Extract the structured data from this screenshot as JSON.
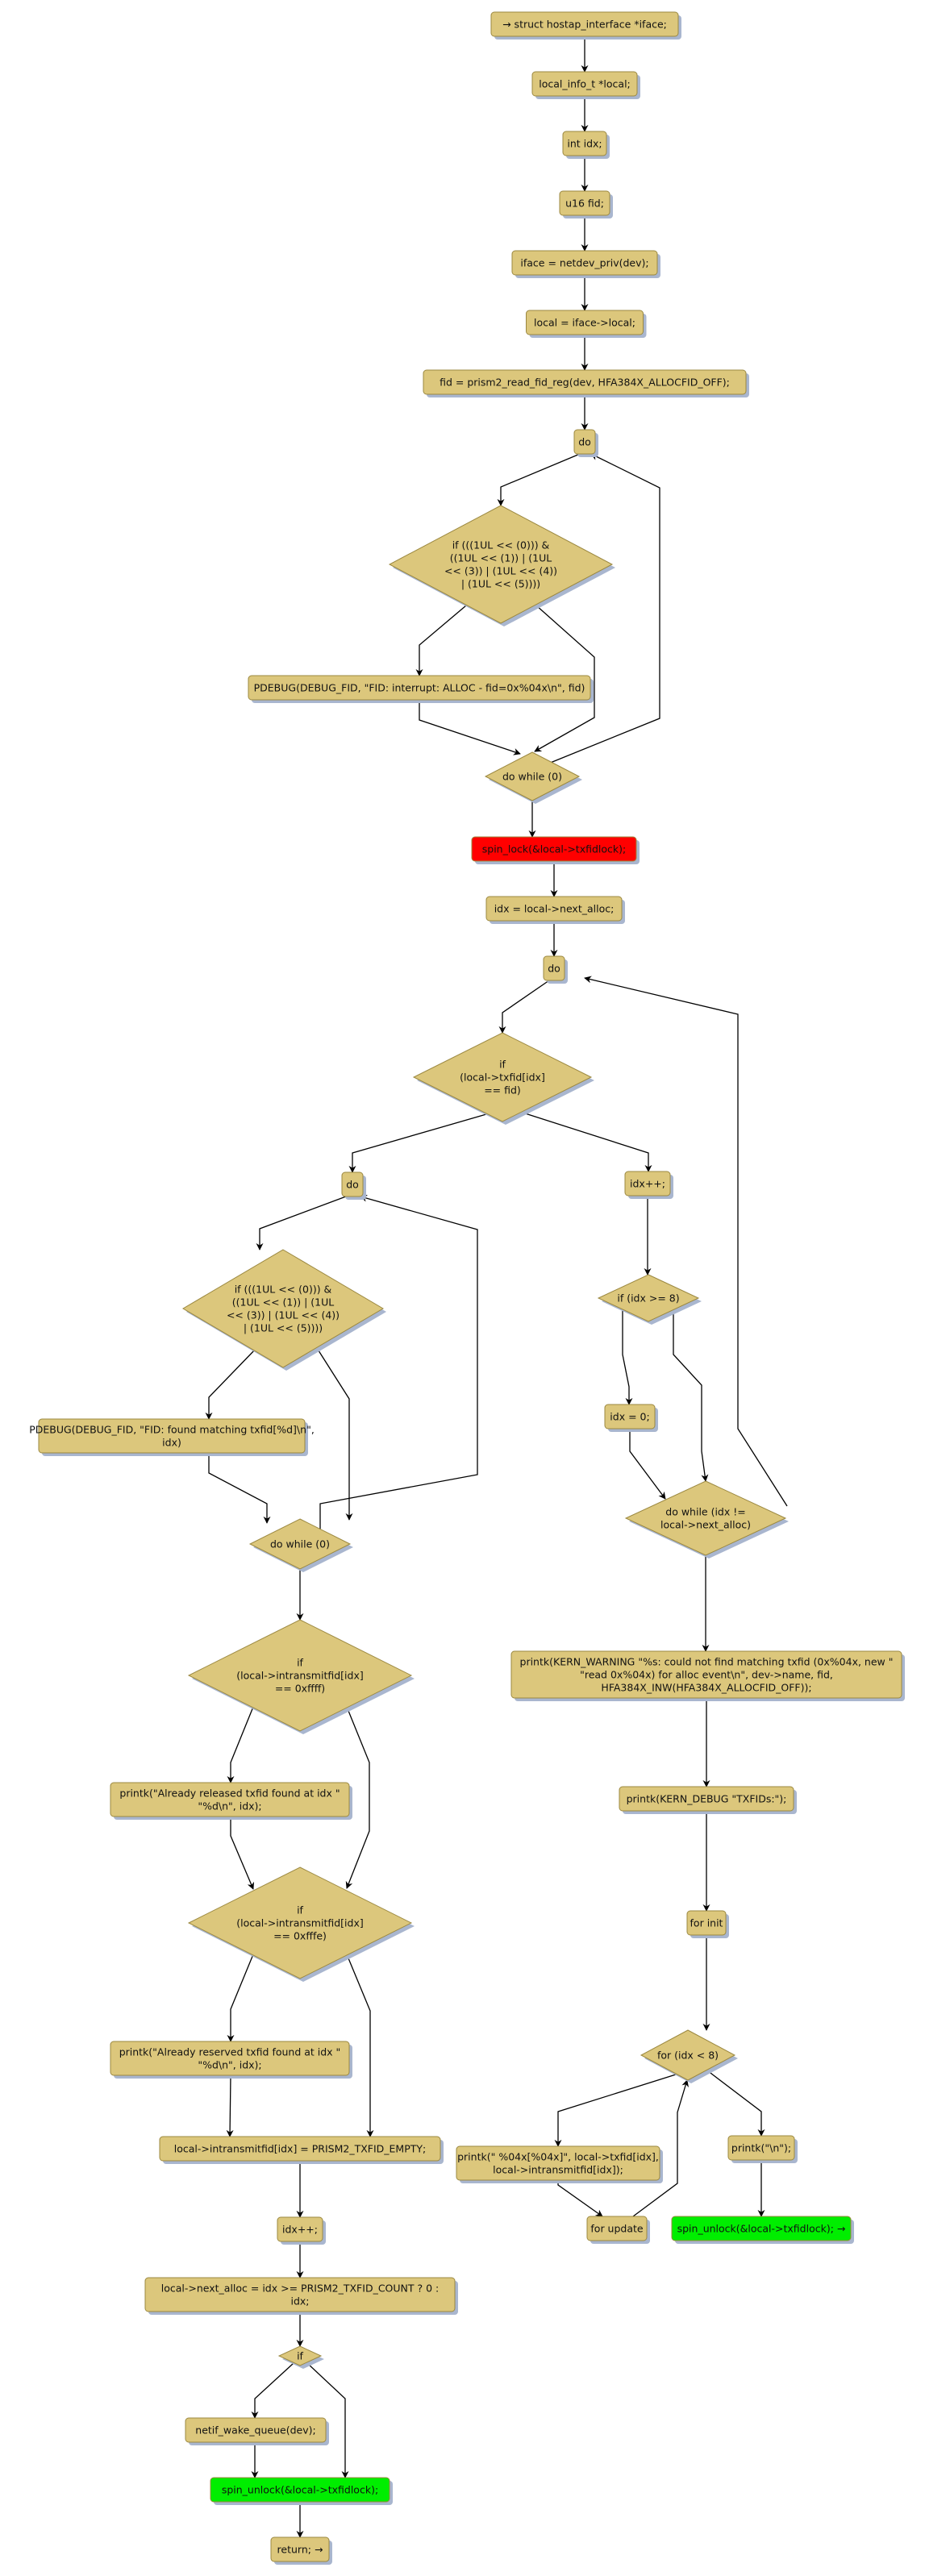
{
  "title": "prism2 txfid alloc flowchart",
  "colors": {
    "node_fill": "#dcc77c",
    "node_stroke": "#9b8840",
    "lock_fill": "#ff0000",
    "unlock_fill": "#00ee00",
    "edge": "#000000"
  },
  "nodes": [
    {
      "id": "n_iface_decl",
      "kind": "start",
      "shape": "box",
      "lines": [
        "→ struct hostap_interface *iface;"
      ]
    },
    {
      "id": "n_local_decl",
      "kind": "statement",
      "shape": "box",
      "lines": [
        "local_info_t *local;"
      ]
    },
    {
      "id": "n_idx_decl",
      "kind": "statement",
      "shape": "box",
      "lines": [
        "int idx;"
      ]
    },
    {
      "id": "n_fid_decl",
      "kind": "statement",
      "shape": "box",
      "lines": [
        "u16 fid;"
      ]
    },
    {
      "id": "n_iface_assign",
      "kind": "statement",
      "shape": "box",
      "lines": [
        "iface = netdev_priv(dev);"
      ]
    },
    {
      "id": "n_local_assign",
      "kind": "statement",
      "shape": "box",
      "lines": [
        "local = iface->local;"
      ]
    },
    {
      "id": "n_fid_read",
      "kind": "statement",
      "shape": "box",
      "lines": [
        "fid = prism2_read_fid_reg(dev, HFA384X_ALLOCFID_OFF);"
      ]
    },
    {
      "id": "n_do1",
      "kind": "loop-start",
      "shape": "box",
      "lines": [
        "do"
      ]
    },
    {
      "id": "n_if_debug1",
      "kind": "condition",
      "shape": "diamond",
      "lines": [
        "if (((1UL << (0))) &",
        "((1UL << (1)) | (1UL",
        "<< (3)) | (1UL << (4))",
        "| (1UL << (5))))"
      ]
    },
    {
      "id": "n_pdebug1",
      "kind": "statement",
      "shape": "box",
      "lines": [
        "PDEBUG(DEBUG_FID, \"FID: interrupt: ALLOC - fid=0x%04x\\n\", fid)"
      ]
    },
    {
      "id": "n_dowhile1",
      "kind": "loop-condition",
      "shape": "diamond",
      "lines": [
        "do while (0)"
      ]
    },
    {
      "id": "n_spin_lock",
      "kind": "lock",
      "shape": "box",
      "lines": [
        "spin_lock(&local->txfidlock);"
      ]
    },
    {
      "id": "n_idx_next",
      "kind": "statement",
      "shape": "box",
      "lines": [
        "idx = local->next_alloc;"
      ]
    },
    {
      "id": "n_do2",
      "kind": "loop-start",
      "shape": "box",
      "lines": [
        "do"
      ]
    },
    {
      "id": "n_if_txfid",
      "kind": "condition",
      "shape": "diamond",
      "lines": [
        "if",
        "(local->txfid[idx]",
        "== fid)"
      ]
    },
    {
      "id": "n_do3",
      "kind": "loop-start",
      "shape": "box",
      "lines": [
        "do"
      ]
    },
    {
      "id": "n_if_debug2",
      "kind": "condition",
      "shape": "diamond",
      "lines": [
        "if (((1UL << (0))) &",
        "((1UL << (1)) | (1UL",
        "<< (3)) | (1UL << (4))",
        "| (1UL << (5))))"
      ]
    },
    {
      "id": "n_pdebug2",
      "kind": "statement",
      "shape": "box",
      "lines": [
        "PDEBUG(DEBUG_FID, \"FID: found matching txfid[%d]\\n\",",
        "idx)"
      ]
    },
    {
      "id": "n_dowhile3",
      "kind": "loop-condition",
      "shape": "diamond",
      "lines": [
        "do while (0)"
      ]
    },
    {
      "id": "n_if_ffff",
      "kind": "condition",
      "shape": "diamond",
      "lines": [
        "if",
        "(local->intransmitfid[idx]",
        "== 0xffff)"
      ]
    },
    {
      "id": "n_printk_released",
      "kind": "statement",
      "shape": "box",
      "lines": [
        "printk(\"Already released txfid found at idx \"",
        "\"%d\\n\", idx);"
      ]
    },
    {
      "id": "n_if_fffe",
      "kind": "condition",
      "shape": "diamond",
      "lines": [
        "if",
        "(local->intransmitfid[idx]",
        "== 0xfffe)"
      ]
    },
    {
      "id": "n_printk_reserved",
      "kind": "statement",
      "shape": "box",
      "lines": [
        "printk(\"Already reserved txfid found at idx \"",
        "\"%d\\n\", idx);"
      ]
    },
    {
      "id": "n_set_empty",
      "kind": "statement",
      "shape": "box",
      "lines": [
        "local->intransmitfid[idx] = PRISM2_TXFID_EMPTY;"
      ]
    },
    {
      "id": "n_idx_inc_left",
      "kind": "statement",
      "shape": "box",
      "lines": [
        "idx++;"
      ]
    },
    {
      "id": "n_next_alloc",
      "kind": "statement",
      "shape": "box",
      "lines": [
        "local->next_alloc = idx >= PRISM2_TXFID_COUNT ? 0 :",
        "idx;"
      ]
    },
    {
      "id": "n_if_small",
      "kind": "condition",
      "shape": "diamond",
      "lines": [
        "if"
      ]
    },
    {
      "id": "n_wake_queue",
      "kind": "statement",
      "shape": "box",
      "lines": [
        "netif_wake_queue(dev);"
      ]
    },
    {
      "id": "n_unlock_left",
      "kind": "unlock",
      "shape": "box",
      "lines": [
        "spin_unlock(&local->txfidlock);"
      ]
    },
    {
      "id": "n_return",
      "kind": "end",
      "shape": "box",
      "lines": [
        "return; →"
      ]
    },
    {
      "id": "n_idx_inc_right",
      "kind": "statement",
      "shape": "box",
      "lines": [
        "idx++;"
      ]
    },
    {
      "id": "n_if_idx8",
      "kind": "condition",
      "shape": "diamond",
      "lines": [
        "if (idx >= 8)"
      ]
    },
    {
      "id": "n_idx_zero",
      "kind": "statement",
      "shape": "box",
      "lines": [
        "idx = 0;"
      ]
    },
    {
      "id": "n_dowhile2",
      "kind": "loop-condition",
      "shape": "diamond",
      "lines": [
        "do while (idx !=",
        "local->next_alloc)"
      ]
    },
    {
      "id": "n_printk_warning",
      "kind": "statement",
      "shape": "box",
      "lines": [
        "printk(KERN_WARNING \"%s: could not find matching txfid (0x%04x, new \"",
        "\"read 0x%04x) for alloc event\\n\", dev->name, fid,",
        "HFA384X_INW(HFA384X_ALLOCFID_OFF));"
      ]
    },
    {
      "id": "n_printk_txfids",
      "kind": "statement",
      "shape": "box",
      "lines": [
        "printk(KERN_DEBUG \"TXFIDs:\");"
      ]
    },
    {
      "id": "n_for_init",
      "kind": "statement",
      "shape": "box",
      "lines": [
        "for init"
      ]
    },
    {
      "id": "n_for_cond",
      "kind": "condition",
      "shape": "diamond",
      "lines": [
        "for (idx < 8)"
      ]
    },
    {
      "id": "n_printk_fids",
      "kind": "statement",
      "shape": "box",
      "lines": [
        "printk(\" %04x[%04x]\", local->txfid[idx],",
        "local->intransmitfid[idx]);"
      ]
    },
    {
      "id": "n_for_update",
      "kind": "statement",
      "shape": "box",
      "lines": [
        "for update"
      ]
    },
    {
      "id": "n_printk_nl",
      "kind": "statement",
      "shape": "box",
      "lines": [
        "printk(\"\\n\");"
      ]
    },
    {
      "id": "n_unlock_right",
      "kind": "unlock-end",
      "shape": "box",
      "lines": [
        "spin_unlock(&local->txfidlock); →"
      ]
    }
  ]
}
